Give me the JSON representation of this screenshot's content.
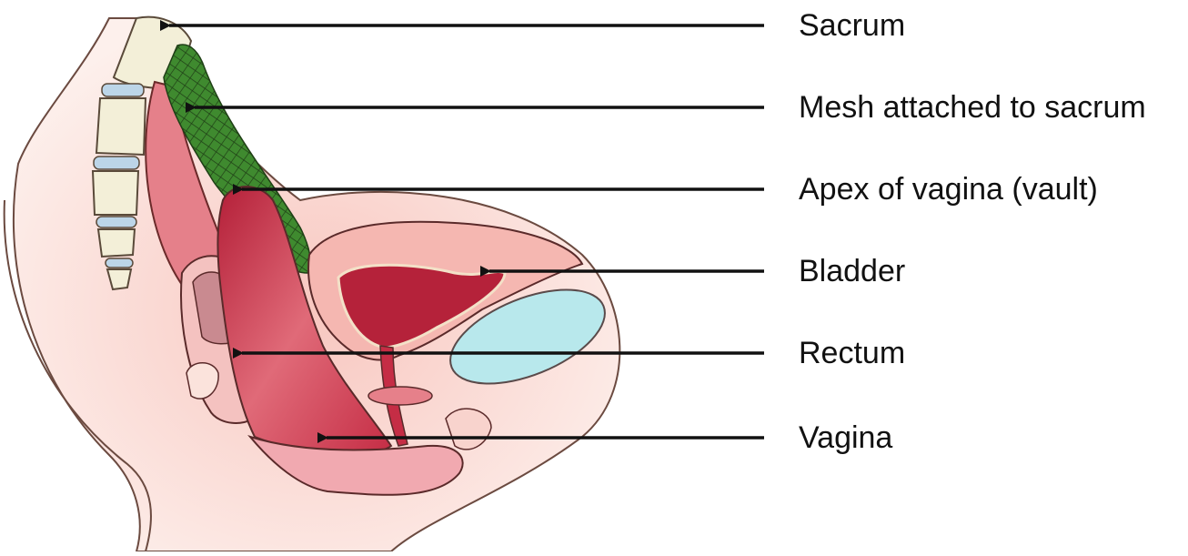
{
  "labels": [
    {
      "key": "sacrum",
      "text": "Sacrum"
    },
    {
      "key": "mesh",
      "text": "Mesh attached to sacrum"
    },
    {
      "key": "apex",
      "text": "Apex of vagina (vault)"
    },
    {
      "key": "bladder",
      "text": "Bladder"
    },
    {
      "key": "rectum",
      "text": "Rectum"
    },
    {
      "key": "vagina",
      "text": "Vagina"
    }
  ],
  "colors": {
    "skin": "#fbe3dc",
    "tissue": "#f5b7b1",
    "muscle": "#d2535e",
    "dark_red": "#a8192f",
    "bone": "#f3efd8",
    "disc": "#bcd5e8",
    "mesh": "#3f8a2f",
    "cyst": "#b8e8ec",
    "outline": "#4a2a2a",
    "arrow": "#111111"
  }
}
